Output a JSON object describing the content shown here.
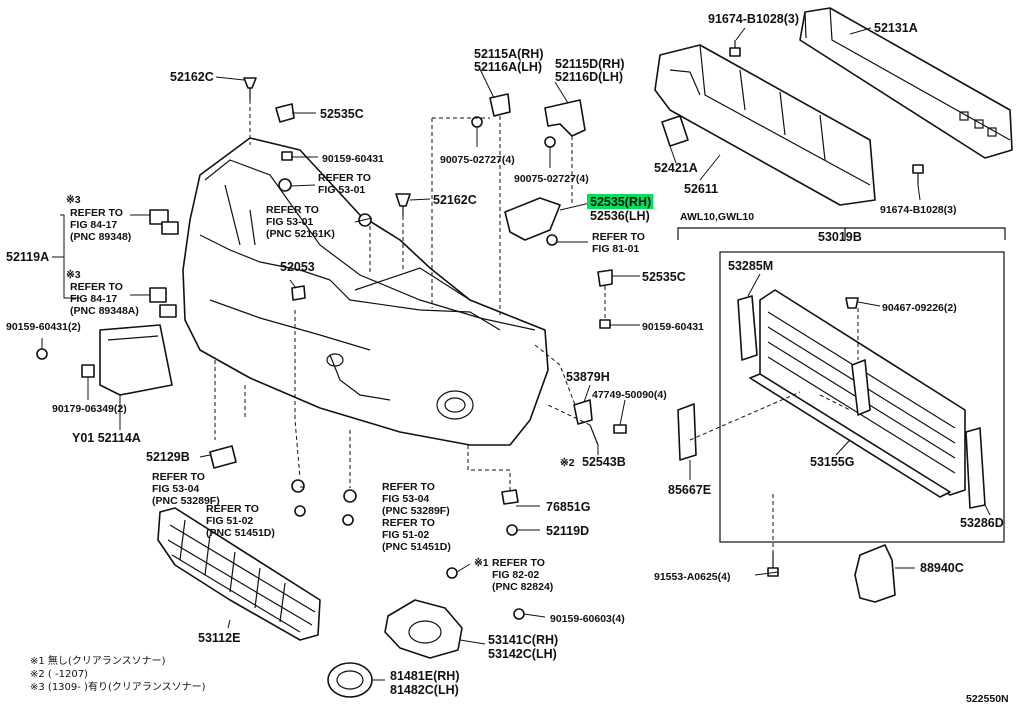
{
  "diagram_id": "522550N",
  "highlight_color": "#00e05a",
  "labels": {
    "p91674_top": "91674-B1028(3)",
    "p52131A": "52131A",
    "p52162C_a": "52162C",
    "p52115A": "52115A(RH)",
    "p52116A": "52116A(LH)",
    "p52115D": "52115D(RH)",
    "p52116D": "52116D(LH)",
    "p52535C_a": "52535C",
    "p90159_a": "90159-60431",
    "ref_53_01_a": "REFER TO",
    "ref_53_01_a2": "FIG 53-01",
    "p52162C_b": "52162C",
    "ref_53_01_b": "REFER TO",
    "ref_53_01_b2": "FIG 53-01",
    "ref_53_01_b3": "(PNC 52161K)",
    "p90075_a": "90075-02727(4)",
    "p90075_b": "90075-02727(4)",
    "p52421A": "52421A",
    "p52611": "52611",
    "p91674_bot": "91674-B1028(3)",
    "awl": "AWL10,GWL10",
    "p52535_rh": "52535(RH)",
    "p52536_lh": "52536(LH)",
    "ref_81_01": "REFER TO",
    "ref_81_01b": "FIG 81-01",
    "n3a": "※3",
    "ref_84_17_a": "REFER TO",
    "ref_84_17_a2": "FIG 84-17",
    "ref_84_17_a3": "(PNC 89348)",
    "n3b": "※3",
    "ref_84_17_b": "REFER TO",
    "ref_84_17_b2": "FIG 84-17",
    "ref_84_17_b3": "(PNC 89348A)",
    "p52119A": "52119A",
    "p52053": "52053",
    "p52535C_b": "52535C",
    "p53019B": "53019B",
    "p53285M": "53285M",
    "p90467": "90467-09226(2)",
    "p90159_b": "90159-60431(2)",
    "p90159_c": "90159-60431",
    "p90179": "90179-06349(2)",
    "p52114A": "Y01 52114A",
    "p53879H": "53879H",
    "p47749": "47749-50090(4)",
    "p52543B_note": "※2",
    "p52543B": "52543B",
    "p52129B": "52129B",
    "ref_53_04_a": "REFER TO",
    "ref_53_04_a2": "FIG 53-04",
    "ref_53_04_a3": "(PNC 53289F)",
    "ref_51_02_a": "REFER TO",
    "ref_51_02_a2": "FIG 51-02",
    "ref_51_02_a3": "(PNC 51451D)",
    "ref_53_04_b": "REFER TO",
    "ref_53_04_b2": "FIG 53-04",
    "ref_53_04_b3": "(PNC 53289F)",
    "ref_51_02_b": "REFER TO",
    "ref_51_02_b2": "FIG 51-02",
    "ref_51_02_b3": "(PNC 51451D)",
    "p76851G": "76851G",
    "p52119D": "52119D",
    "p85667E": "85667E",
    "p53155G": "53155G",
    "p53286D": "53286D",
    "ref_82_02_note": "※1",
    "ref_82_02": "REFER TO",
    "ref_82_02b": "FIG 82-02",
    "ref_82_02c": "(PNC 82824)",
    "p91553": "91553-A0625(4)",
    "p88940C": "88940C",
    "p90159_d": "90159-60603(4)",
    "p53112E": "53112E",
    "p53141C": "53141C(RH)",
    "p53142C": "53142C(LH)",
    "p81481E": "81481E(RH)",
    "p81482C": "81482C(LH)"
  },
  "footnotes": [
    "※1 無し(クリアランスソナー)",
    "※2 (      -1207)",
    "※3 (1309-      )有り(クリアランスソナー)"
  ]
}
